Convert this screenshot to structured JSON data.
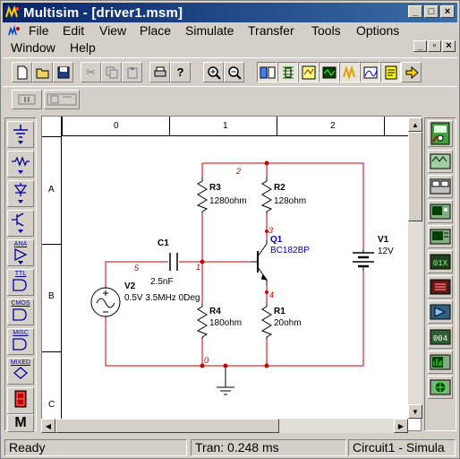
{
  "window": {
    "title": "Multisim - [driver1.msm]"
  },
  "menu": {
    "items": [
      {
        "label": "File"
      },
      {
        "label": "Edit"
      },
      {
        "label": "View"
      },
      {
        "label": "Place"
      },
      {
        "label": "Simulate"
      },
      {
        "label": "Transfer"
      },
      {
        "label": "Tools"
      },
      {
        "label": "Options"
      },
      {
        "label": "Window"
      },
      {
        "label": "Help"
      }
    ]
  },
  "ruler": {
    "columns": [
      "0",
      "1",
      "2"
    ],
    "rows": [
      "A",
      "B",
      "C"
    ]
  },
  "components": {
    "r3": {
      "ref": "R3",
      "value": "1280ohm"
    },
    "r2": {
      "ref": "R2",
      "value": "128ohm"
    },
    "r4": {
      "ref": "R4",
      "value": "180ohm"
    },
    "r1": {
      "ref": "R1",
      "value": "20ohm"
    },
    "c1": {
      "ref": "C1",
      "value": "2.5nF"
    },
    "q1": {
      "ref": "Q1",
      "value": "BC182BP"
    },
    "v1": {
      "ref": "V1",
      "value": "12V"
    },
    "v2": {
      "ref": "V2",
      "value": "0.5V 3.5MHz 0Deg"
    }
  },
  "nodes": {
    "n0": "0",
    "n1": "1",
    "n2": "2",
    "n3": "3",
    "n4": "4",
    "n5": "5"
  },
  "left_toolbar": [
    "ANA",
    "TTL",
    "CMOS",
    "MISC",
    "MIXED",
    "M"
  ],
  "status": {
    "state": "Ready",
    "tran": "Tran: 0.248 ms",
    "circuit": "Circuit1 - Simula"
  },
  "colors": {
    "wire": "#cc0000",
    "component": "#000000",
    "label_blue": "#0000cc"
  }
}
